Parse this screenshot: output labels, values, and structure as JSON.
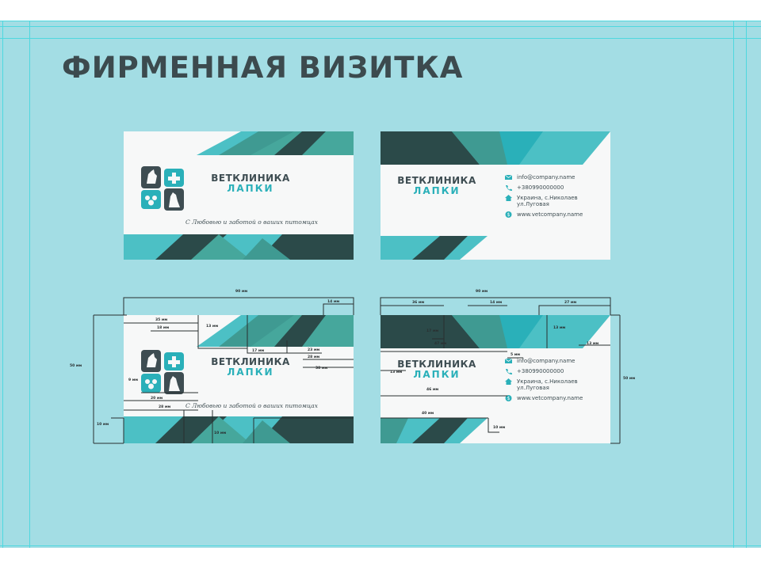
{
  "page": {
    "title": "ФИРМЕННАЯ ВИЗИТКА"
  },
  "brand": {
    "line1": "ВЕТКЛИНИКА",
    "line2": "ЛАПКИ"
  },
  "slogan": "С Любовью и заботой о ваших питомцах",
  "contacts": [
    {
      "icon": "mail-icon",
      "value": "info@company.name"
    },
    {
      "icon": "phone-icon",
      "value": "+380990000000"
    },
    {
      "icon": "home-icon",
      "value": "Украина, с.Николаев ул.Луговая"
    },
    {
      "icon": "web-icon",
      "value": "www.vetcompany.name"
    }
  ],
  "dimensions": {
    "front": [
      "90 мм",
      "14 мм",
      "35 мм",
      "18 мм",
      "13 мм",
      "17 мм",
      "23 мм",
      "28 мм",
      "38 мм",
      "9 мм",
      "20 мм",
      "28 мм",
      "10 мм",
      "10 мм",
      "50 мм"
    ],
    "back": [
      "90 мм",
      "36 мм",
      "14 мм",
      "27 мм",
      "17 мм",
      "47 мм",
      "13 мм",
      "13 мм",
      "5 мм",
      "13 мм",
      "46 мм",
      "40 мм",
      "10 мм",
      "50 мм"
    ]
  },
  "colors": {
    "background": "#a3dde4",
    "teal": "#2ab0b9",
    "dark": "#2b4a49",
    "mid": "#3f9a92",
    "light": "#4cc0c5",
    "card": "#f7f8f8"
  }
}
